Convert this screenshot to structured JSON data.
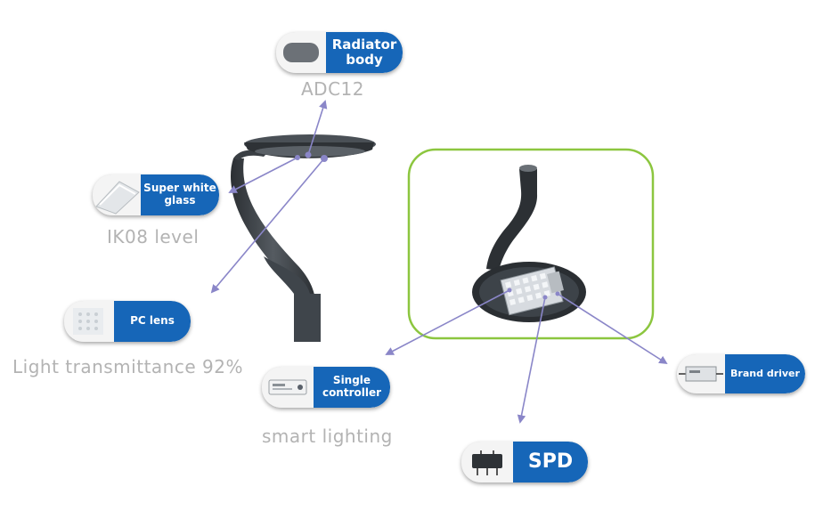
{
  "labels": {
    "radiator": {
      "title": "Radiator\nbody",
      "caption": "ADC12",
      "icon": "radiator-icon"
    },
    "glass": {
      "title": "Super white\nglass",
      "caption": "IK08 level",
      "icon": "glass-icon"
    },
    "pc_lens": {
      "title": "PC lens",
      "caption": "Light transmittance 92%",
      "icon": "lens-icon"
    },
    "controller": {
      "title": "Single\ncontroller",
      "caption": "smart lighting",
      "icon": "controller-icon"
    },
    "driver": {
      "title": "Brand driver",
      "icon": "driver-icon"
    },
    "spd": {
      "title": "SPD",
      "icon": "spd-icon"
    }
  },
  "colors": {
    "tag_blue": "#1666b8",
    "arrow": "#8a86c8",
    "frame_green": "#8cc63f",
    "caption_gray": "#b3b3b3",
    "lamp_dark": "#3a3f44"
  }
}
